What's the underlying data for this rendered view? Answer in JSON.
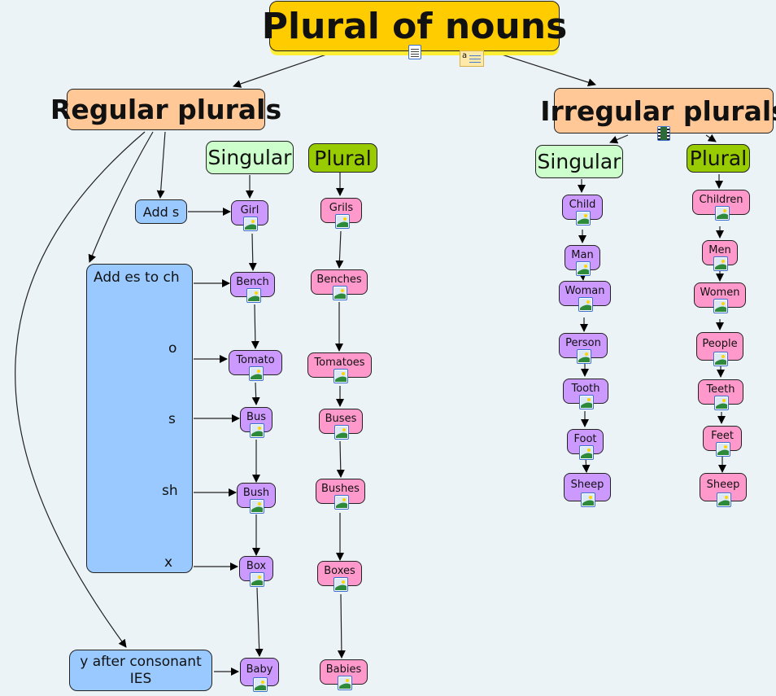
{
  "title": "Plural of nouns",
  "colors": {
    "background": "#ecf3f6",
    "title_fill": "#ffcc00",
    "heading_fill": "#ffc896",
    "singular_header_fill": "#ccffcc",
    "plural_header_fill": "#99cc00",
    "rule_fill": "#99c9ff",
    "singular_word_fill": "#cc99ff",
    "plural_word_fill": "#ff99cc"
  },
  "title_icons": [
    "document-icon",
    "note-icon"
  ],
  "regular": {
    "heading": "Regular plurals",
    "singular_header": "Singular",
    "plural_header": "Plural",
    "rules": {
      "add_s": "Add s",
      "add_es": "Add es to ch",
      "es_endings": [
        "o",
        "s",
        "sh",
        "x"
      ],
      "ies_line1": "y after consonant",
      "ies_line2": "IES"
    },
    "singular": [
      "Girl",
      "Bench",
      "Tomato",
      "Bus",
      "Bush",
      "Box",
      "Baby"
    ],
    "plural": [
      "Grils",
      "Benches",
      "Tomatoes",
      "Buses",
      "Bushes",
      "Boxes",
      "Babies"
    ]
  },
  "irregular": {
    "heading": "Irregular plurals",
    "heading_icon": "film-icon",
    "singular_header": "Singular",
    "plural_header": "Plural",
    "singular": [
      "Child",
      "Man",
      "Woman",
      "Person",
      "Tooth",
      "Foot",
      "Sheep"
    ],
    "plural": [
      "Children",
      "Men",
      "Women",
      "People",
      "Teeth",
      "Feet",
      "Sheep"
    ]
  }
}
